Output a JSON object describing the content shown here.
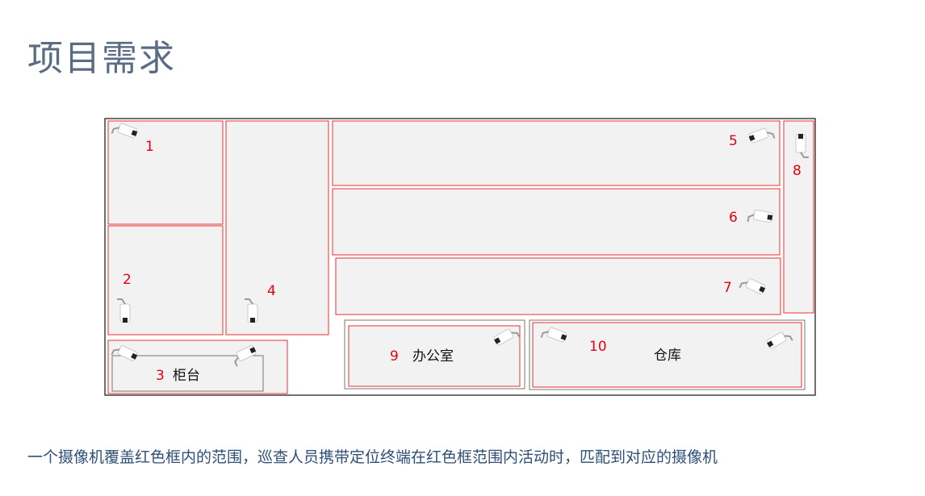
{
  "title": "项目需求",
  "caption": "一个摄像机覆盖红色框内的范围，巡查人员携带定位终端在红色框范围内活动时，匹配到对应的摄像机",
  "colors": {
    "title": "#5a6b84",
    "caption": "#2f4f76",
    "zone_stroke": "#e8312f",
    "zone_fill": "#f2f2f2",
    "number": "#e60012"
  },
  "zones": [
    {
      "number": "1"
    },
    {
      "number": "2"
    },
    {
      "number": "3",
      "label": "柜台"
    },
    {
      "number": "4"
    },
    {
      "number": "5"
    },
    {
      "number": "6"
    },
    {
      "number": "7"
    },
    {
      "number": "8"
    },
    {
      "number": "9",
      "label": "办公室"
    },
    {
      "number": "10",
      "label": "仓库"
    }
  ],
  "camera_icon": "security-camera-icon"
}
